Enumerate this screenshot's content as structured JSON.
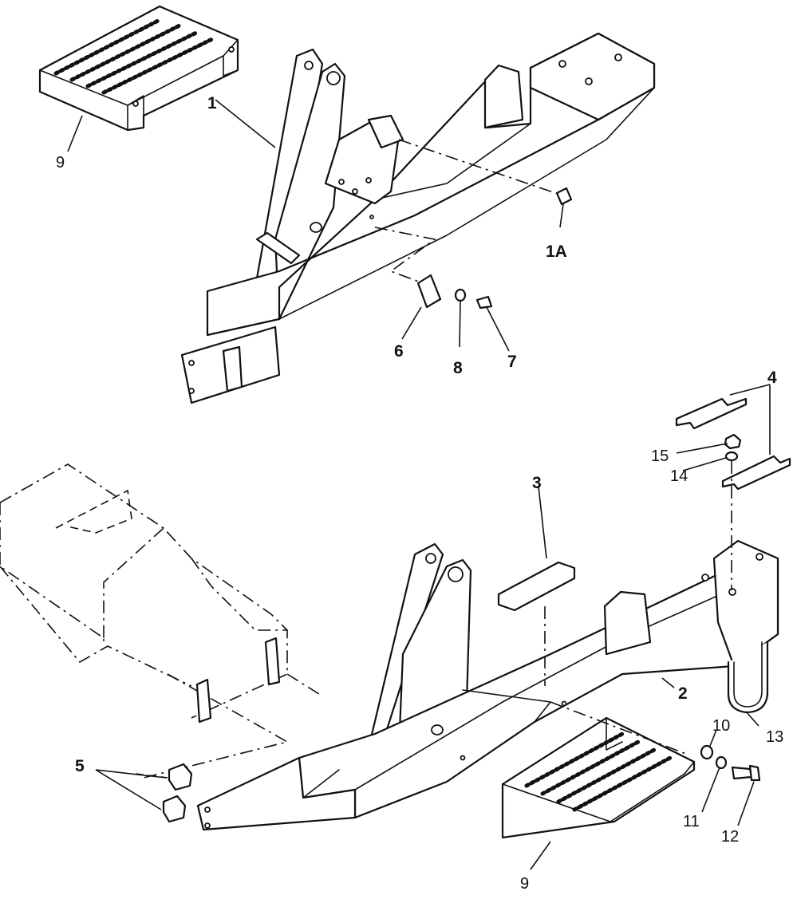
{
  "callouts": [
    {
      "id": "1",
      "text": "1"
    },
    {
      "id": "1A",
      "text": "1A"
    },
    {
      "id": "2",
      "text": "2"
    },
    {
      "id": "3",
      "text": "3"
    },
    {
      "id": "4",
      "text": "4"
    },
    {
      "id": "5",
      "text": "5"
    },
    {
      "id": "6",
      "text": "6"
    },
    {
      "id": "7",
      "text": "7"
    },
    {
      "id": "8",
      "text": "8"
    },
    {
      "id": "9a",
      "text": "9"
    },
    {
      "id": "9b",
      "text": "9"
    },
    {
      "id": "10",
      "text": "10"
    },
    {
      "id": "11",
      "text": "11"
    },
    {
      "id": "12",
      "text": "12"
    },
    {
      "id": "13",
      "text": "13"
    },
    {
      "id": "14",
      "text": "14"
    },
    {
      "id": "15",
      "text": "15"
    }
  ]
}
